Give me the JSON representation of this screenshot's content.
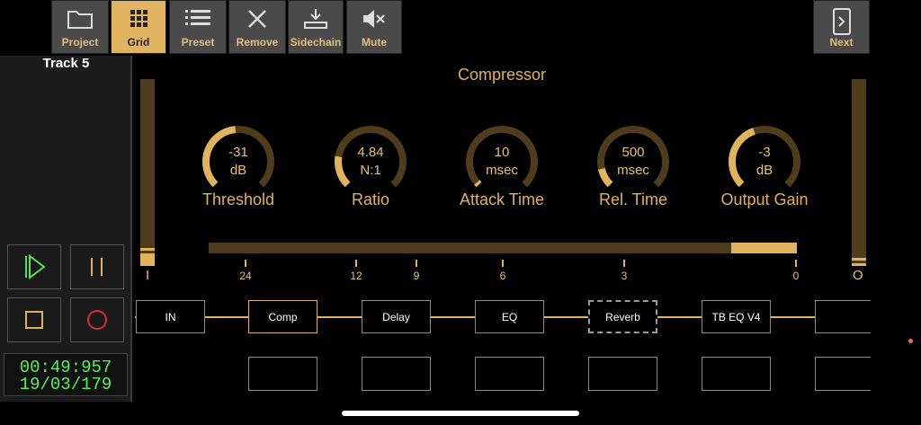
{
  "toolbar": {
    "project": "Project",
    "grid": "Grid",
    "preset": "Preset",
    "remove": "Remove",
    "sidechain": "Sidechain",
    "mute": "Mute",
    "next": "Next"
  },
  "track": {
    "name": "Track 5"
  },
  "transport": {
    "time": "00:49:957",
    "bar": "19/03/179"
  },
  "plugin": {
    "title": "Compressor",
    "knobs": [
      {
        "label": "Threshold",
        "value": "-31",
        "unit": "dB",
        "level": 0.48
      },
      {
        "label": "Ratio",
        "value": "4.84",
        "unit": "N:1",
        "level": 0.2
      },
      {
        "label": "Attack Time",
        "value": "10",
        "unit": "msec",
        "level": 0.02
      },
      {
        "label": "Rel. Time",
        "value": "500",
        "unit": "msec",
        "level": 0.12
      },
      {
        "label": "Output Gain",
        "value": "-3",
        "unit": "dB",
        "level": 0.43
      }
    ],
    "meter_in_label": "I",
    "meter_out_label": "O",
    "gr_scale": [
      "24",
      "12",
      "9",
      "6",
      "3",
      "0"
    ]
  },
  "chain": [
    "IN",
    "Comp",
    "Delay",
    "EQ",
    "Reverb",
    "TB EQ V4",
    ""
  ],
  "colors": {
    "accent": "#e0b35c",
    "dark_track": "#4e3c1c",
    "timecode": "#57f05a"
  }
}
